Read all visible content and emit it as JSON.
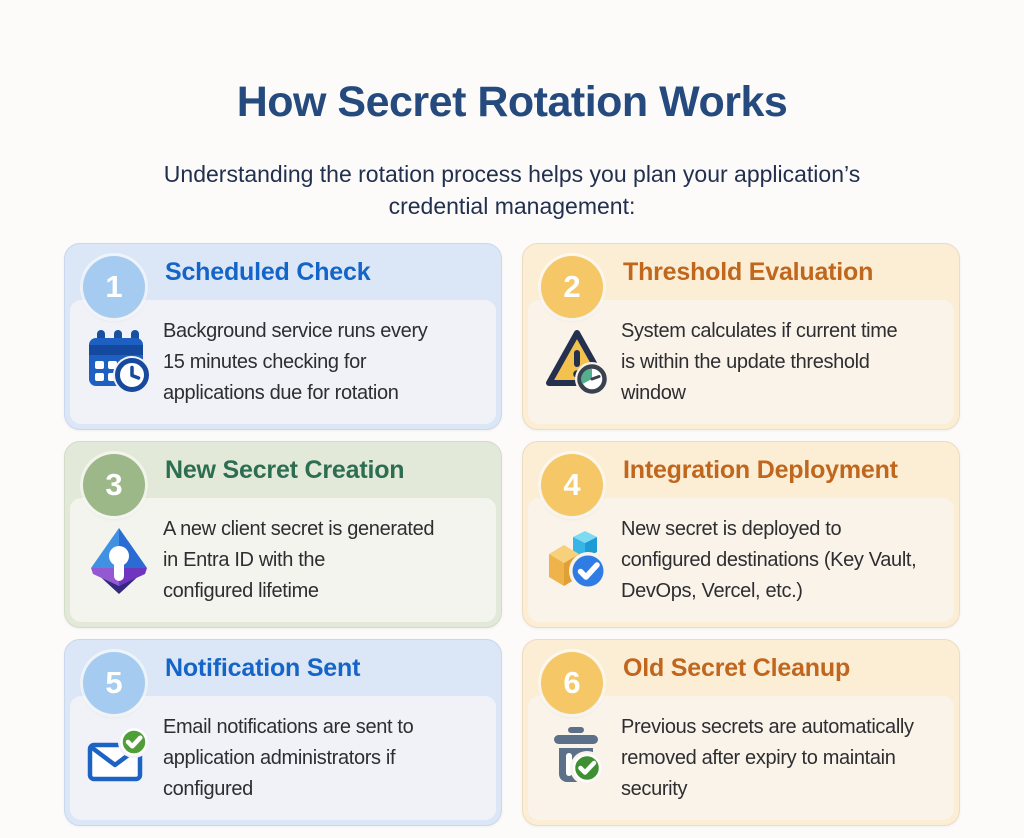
{
  "page": {
    "background": "#fcfbfa",
    "title": "How Secret Rotation Works",
    "title_color": "#254a7e",
    "subtitle_color": "#21304e",
    "subtitle_lines": [
      "Understanding the rotation process helps you plan your application’s",
      "credential management:"
    ]
  },
  "themes": {
    "blue": {
      "card_bg": "#dbe7f6",
      "card_border": "#c9d8ed",
      "body_bg": "#f0f2f8",
      "circle_bg": "#a6cbf0",
      "title_color": "#1565c8"
    },
    "orange": {
      "card_bg": "#fbeed5",
      "card_border": "#eedcc1",
      "body_bg": "#faf3ea",
      "circle_bg": "#f5c766",
      "title_color": "#c0661d"
    },
    "green": {
      "card_bg": "#e3e9d8",
      "card_border": "#d3dcc6",
      "body_bg": "#f3f4ed",
      "circle_bg": "#9db888",
      "title_color": "#2d6e53"
    }
  },
  "body_text_color": "#2e2e31",
  "cards": [
    {
      "number": "1",
      "theme": "blue",
      "icon": "calendar-clock-icon",
      "title": "Scheduled Check",
      "body_lines": [
        "Background service runs every",
        "15 minutes checking for",
        "applications due for rotation"
      ]
    },
    {
      "number": "2",
      "theme": "orange",
      "icon": "warning-clock-icon",
      "title": "Threshold Evaluation",
      "body_lines": [
        "System calculates if current time",
        "is within the update threshold",
        "window"
      ]
    },
    {
      "number": "3",
      "theme": "green",
      "icon": "entra-id-icon",
      "title": "New Secret Creation",
      "body_lines": [
        "A new client secret is generated",
        "in Entra ID with the",
        "configured lifetime"
      ]
    },
    {
      "number": "4",
      "theme": "orange",
      "icon": "cubes-check-icon",
      "title": "Integration Deployment",
      "body_lines": [
        "New secret is deployed to",
        "configured destinations (Key Vault,",
        "DevOps, Vercel, etc.)"
      ]
    },
    {
      "number": "5",
      "theme": "blue",
      "icon": "mail-check-icon",
      "title": "Notification Sent",
      "body_lines": [
        "Email notifications are sent to",
        "application administrators if",
        "configured"
      ]
    },
    {
      "number": "6",
      "theme": "orange",
      "icon": "trash-check-icon",
      "title": "Old Secret Cleanup",
      "body_lines": [
        "Previous secrets are automatically",
        "removed after expiry to maintain",
        "security"
      ]
    }
  ]
}
